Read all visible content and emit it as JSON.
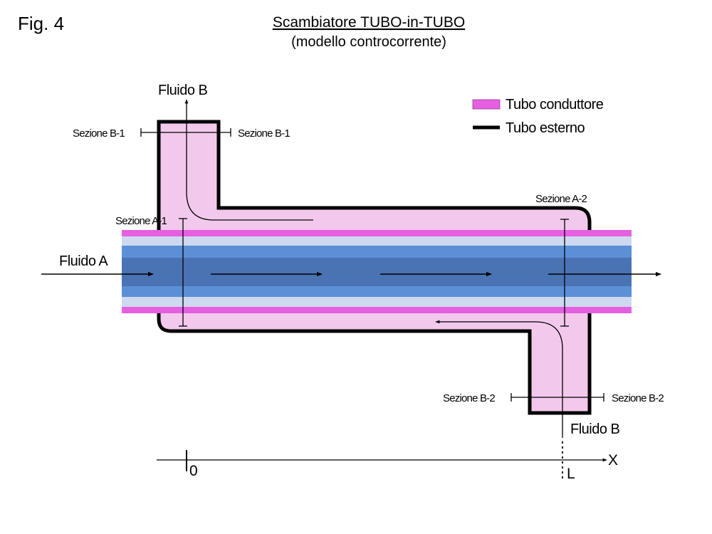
{
  "figure": {
    "label": "Fig. 4",
    "title": "Scambiatore TUBO-in-TUBO",
    "subtitle": "(modello controcorrente)"
  },
  "legend": {
    "inner_tube": "Tubo conduttore",
    "outer_tube": "Tubo esterno"
  },
  "fluids": {
    "fluid_a": "Fluido A",
    "fluid_b_out": "Fluido B",
    "fluid_b_in": "Fluido B"
  },
  "sections": {
    "b1_left": "Sezione B-1",
    "b1_right": "Sezione B-1",
    "a1": "Sezione A-1",
    "a2": "Sezione A-2",
    "b2_left": "Sezione B-2",
    "b2_right": "Sezione B-2"
  },
  "axis": {
    "label": "X",
    "origin": "0",
    "length": "L"
  },
  "colors": {
    "shell_fill": "#f2c9ec",
    "inner_tube_wall": "#e55fe0",
    "fluid_a_light": "#cdd9ef",
    "fluid_a_mid": "#5b8fd6",
    "fluid_a_core": "#4a73b4",
    "outline": "#000000"
  }
}
